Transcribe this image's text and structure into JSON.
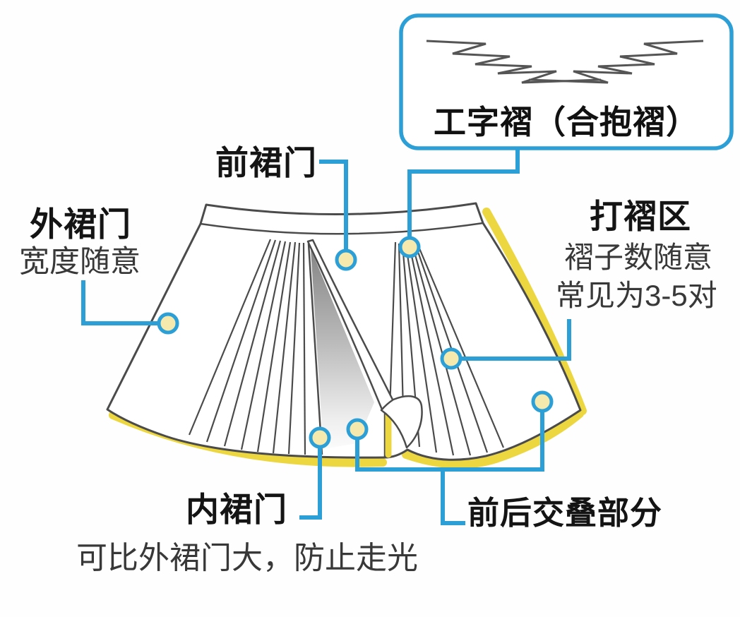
{
  "diagram": {
    "subject": "horse-face skirt structure diagram",
    "callout_box": {
      "title": "工字褶（合抱褶）",
      "icon": "box-pleat-zigzag"
    },
    "labels": {
      "front_panel": {
        "title": "前裙门"
      },
      "outer_panel": {
        "title": "外裙门",
        "subtitle": "宽度随意"
      },
      "pleat_zone": {
        "title": "打褶区",
        "subtitle1": "褶子数随意",
        "subtitle2": "常见为3-5对"
      },
      "inner_panel": {
        "title": "内裙门",
        "subtitle": "可比外裙门大，防止走光"
      },
      "overlap": {
        "title": "前后交叠部分"
      }
    },
    "colors": {
      "accent_blue": "#2b9fd6",
      "shadow_yellow": "#edd740",
      "anchor_dot_fill": "#f5e9ae",
      "line_art_gray": "#4b4b4b",
      "inner_shadow_gray": "#8a8a8a"
    }
  }
}
